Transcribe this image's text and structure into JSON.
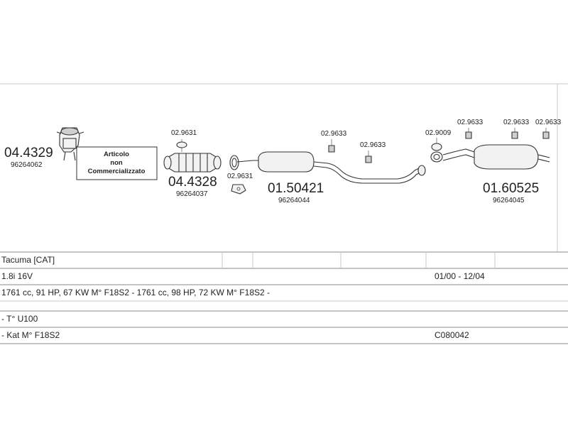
{
  "parts": {
    "p1": {
      "number": "04.4329",
      "oem": "96264062"
    },
    "p2": {
      "number": "04.4328",
      "oem": "96264037"
    },
    "p3": {
      "number": "01.50421",
      "oem": "96264044"
    },
    "p4": {
      "number": "01.60525",
      "oem": "96264045"
    }
  },
  "small_parts": {
    "g1": "02.9631",
    "g2": "02.9631",
    "h1": "02.9633",
    "h2": "02.9633",
    "j1": "02.9009",
    "h3": "02.9633",
    "h4": "02.9633",
    "h5": "02.9633"
  },
  "note": {
    "line1": "Articolo",
    "line2": "non",
    "line3": "Commercializzato"
  },
  "table": {
    "model": "Tacuma  [CAT]",
    "engine": "1.8i 16V",
    "dates": "01/00 - 12/04",
    "specs": "1761 cc, 91 HP, 67 KW M° F18S2 -  1761 cc, 98 HP, 72 KW M° F18S2 -",
    "type": "- T° U100",
    "cat": "- Kat M° F18S2",
    "code": "C080042"
  }
}
